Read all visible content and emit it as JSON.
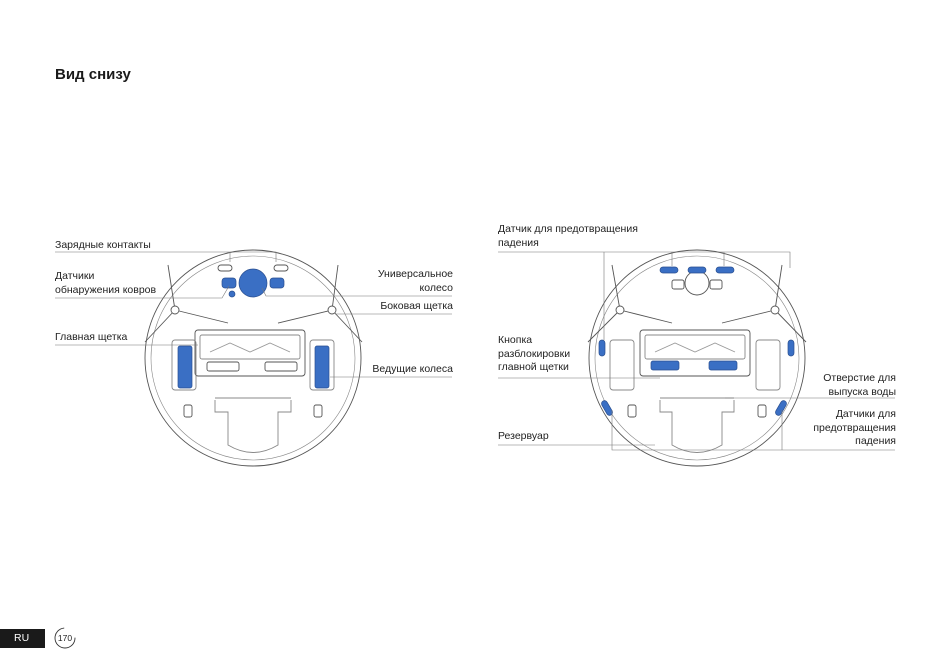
{
  "page": {
    "title": "Вид снизу",
    "lang": "RU",
    "page_number": "170"
  },
  "left_figure": {
    "labels": {
      "charging_contacts": "Зарядные контакты",
      "carpet_sensors_1": "Датчики",
      "carpet_sensors_2": "обнаружения ковров",
      "main_brush": "Главная щетка",
      "universal_wheel_1": "Универсальное",
      "universal_wheel_2": "колесо",
      "side_brush": "Боковая щетка",
      "drive_wheels": "Ведущие колеса"
    }
  },
  "right_figure": {
    "labels": {
      "cliff_sensor_top_1": "Датчик для предотвращения",
      "cliff_sensor_top_2": "падения",
      "unlock_button_1": "Кнопка",
      "unlock_button_2": "разблокировки",
      "unlock_button_3": "главной щетки",
      "reservoir": "Резервуар",
      "water_outlet_1": "Отверстие для",
      "water_outlet_2": "выпуска воды",
      "cliff_sensors_side_1": "Датчики для",
      "cliff_sensors_side_2": "предотвращения",
      "cliff_sensors_side_3": "падения"
    }
  },
  "colors": {
    "accent": "#3a6fc4",
    "line": "#555555"
  }
}
